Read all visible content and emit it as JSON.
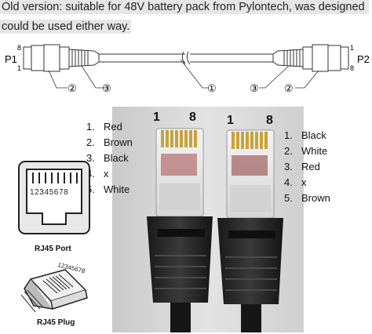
{
  "header": {
    "line1": "Old version: suitable for 48V battery pack from Pylontech, was designed",
    "line2": "could be used either way."
  },
  "cable_diagram": {
    "left_end": "P1",
    "right_end": "P2",
    "pin_left_top": "8",
    "pin_left_bottom": "1",
    "pin_right_top": "1",
    "pin_right_bottom": "8",
    "callout_1": "①",
    "callout_2": "②",
    "callout_3": "③"
  },
  "left_pinout": {
    "numbers": [
      "1.",
      "2.",
      "3.",
      "4.",
      "5."
    ],
    "colors": [
      "Red",
      "Brown",
      "Black",
      "x",
      "White"
    ]
  },
  "right_pinout": {
    "numbers": [
      "1.",
      "2.",
      "3.",
      "4.",
      "5."
    ],
    "colors": [
      "Black",
      "White",
      "Red",
      "x",
      "Brown"
    ]
  },
  "photo": {
    "left_pin_first": "1",
    "left_pin_last": "8",
    "right_pin_first": "1",
    "right_pin_last": "8"
  },
  "rj45_port": {
    "pins": "12345678",
    "caption": "RJ45 Port"
  },
  "rj45_plug": {
    "pins": "12345678",
    "caption": "RJ45 Plug"
  }
}
